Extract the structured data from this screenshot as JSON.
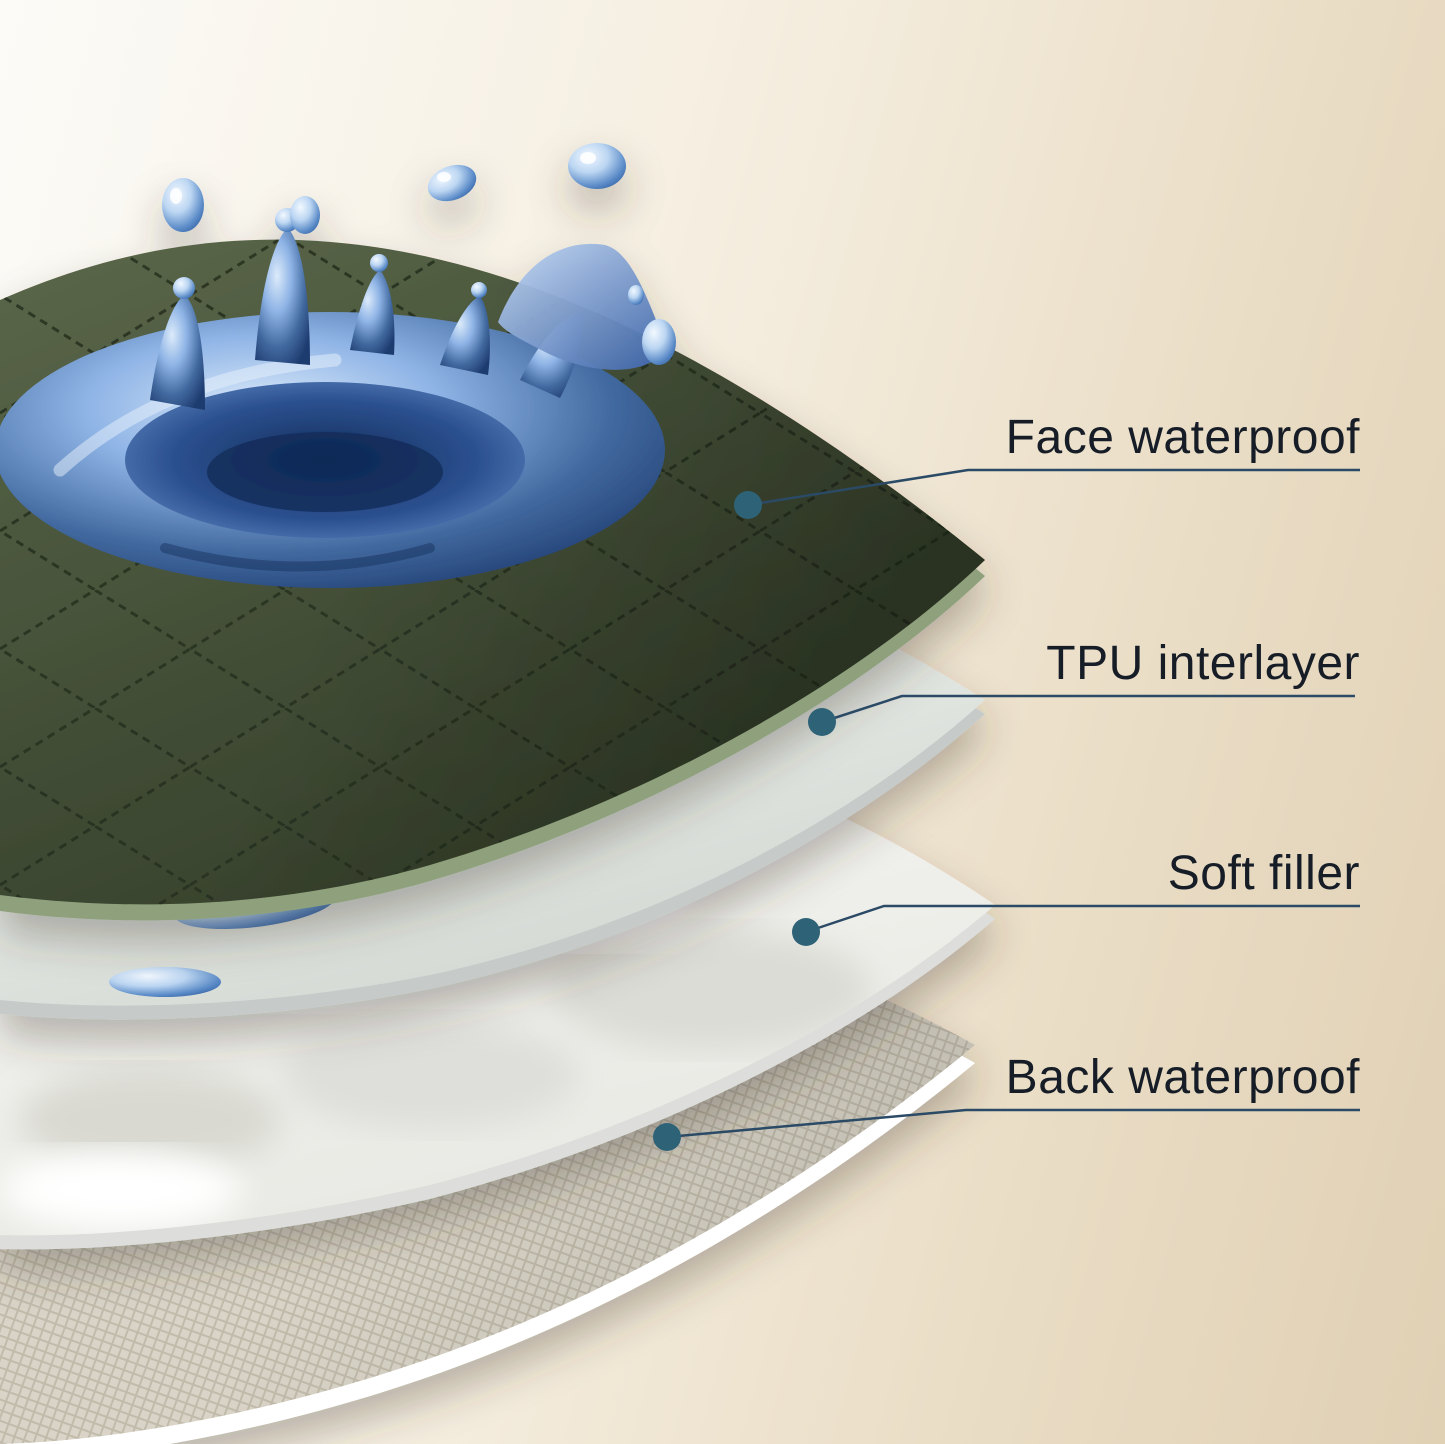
{
  "callouts": [
    {
      "label": "Face waterproof"
    },
    {
      "label": "TPU interlayer"
    },
    {
      "label": "Soft filler"
    },
    {
      "label": "Back waterproof"
    }
  ],
  "colors": {
    "background_top_left": "#fbfaf5",
    "background_bottom_right": "#e0d0b4",
    "label_text": "#161d27",
    "callout_line": "#2b4a66",
    "callout_dot": "#2e6277",
    "face_layer_green": "#47533a",
    "face_layer_edge": "#8fa07c",
    "tpu_layer": "#e9ece8",
    "soft_filler_layer": "#f3f3f0",
    "back_layer": "#d9d4c7",
    "water_blue": "#3f6cb4"
  }
}
